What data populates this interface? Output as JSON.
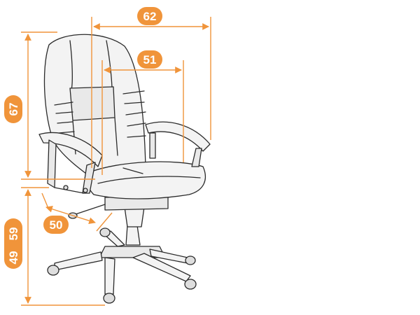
{
  "dimensions": {
    "overall_width": "62",
    "seat_width": "51",
    "backrest_height": "67",
    "seat_depth": "50",
    "seat_height_min": "49",
    "seat_height_max": "59"
  },
  "colors": {
    "accent": "#f0943a",
    "line": "#2b2b2b",
    "fill_light": "#f3f3f3",
    "fill_mid": "#e3e3e3"
  },
  "icons": {
    "product": "office-chair-icon"
  }
}
